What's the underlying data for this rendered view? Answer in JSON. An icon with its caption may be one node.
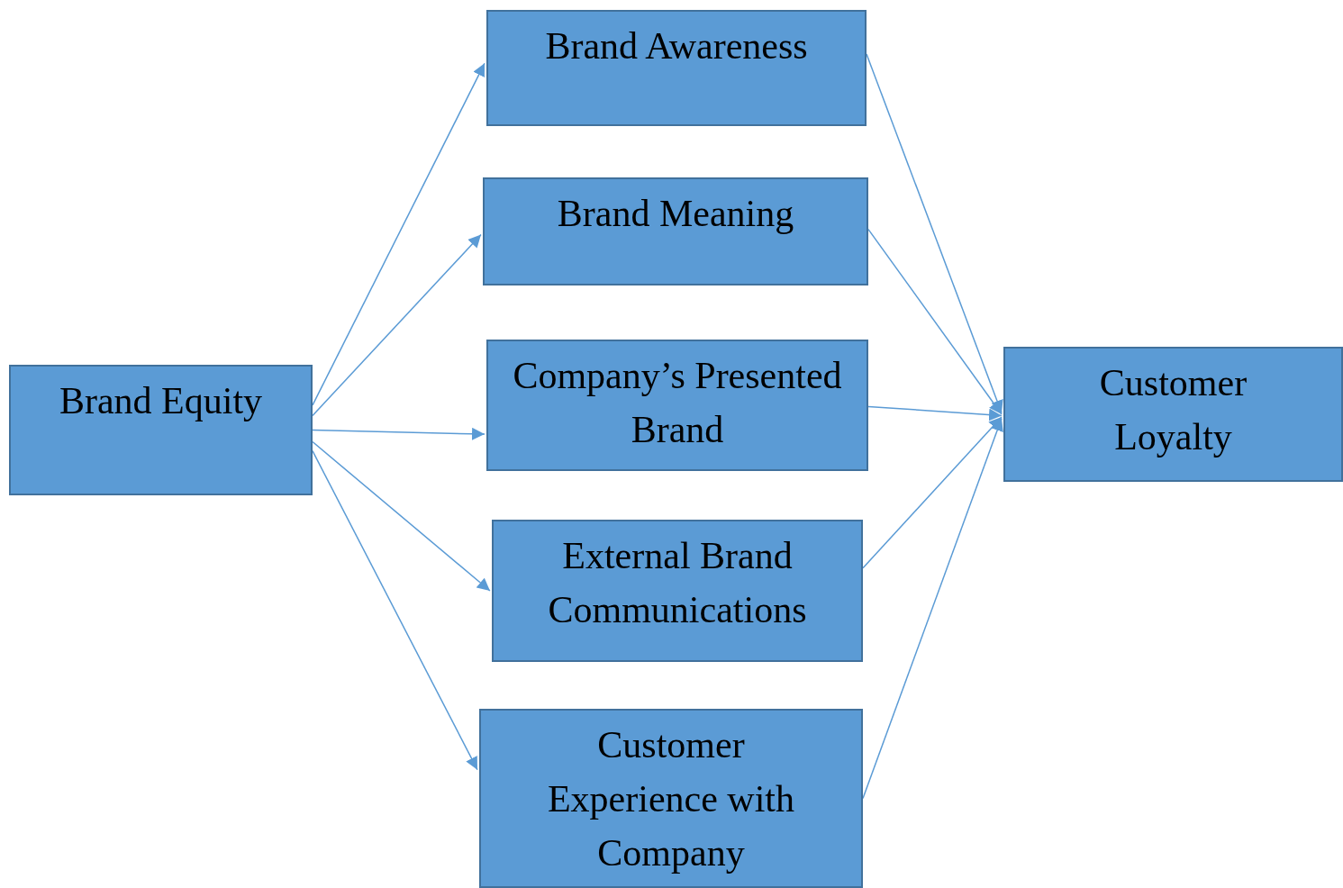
{
  "diagram": {
    "nodes": [
      {
        "text": [
          "Brand Equity"
        ]
      },
      {
        "text": [
          "Brand Awareness"
        ]
      },
      {
        "text": [
          "Brand Meaning"
        ]
      },
      {
        "text": [
          "Company’s Presented Brand"
        ]
      },
      {
        "text": [
          "External Brand Communications"
        ]
      },
      {
        "text": [
          "Customer Experience with Company"
        ]
      },
      {
        "text": [
          "Customer Loyalty"
        ]
      }
    ],
    "edges": [
      {
        "from": 0,
        "to": 1,
        "arrow": "to"
      },
      {
        "from": 0,
        "to": 2,
        "arrow": "to"
      },
      {
        "from": 0,
        "to": 3,
        "arrow": "to"
      },
      {
        "from": 0,
        "to": 4,
        "arrow": "to"
      },
      {
        "from": 0,
        "to": 5,
        "arrow": "to"
      },
      {
        "from": 1,
        "to": 6,
        "arrow": "to"
      },
      {
        "from": 2,
        "to": 6,
        "arrow": "to"
      },
      {
        "from": 3,
        "to": 6,
        "arrow": "to"
      },
      {
        "from": 4,
        "to": 6,
        "arrow": "to"
      },
      {
        "from": 5,
        "to": 6,
        "arrow": "to"
      }
    ]
  }
}
